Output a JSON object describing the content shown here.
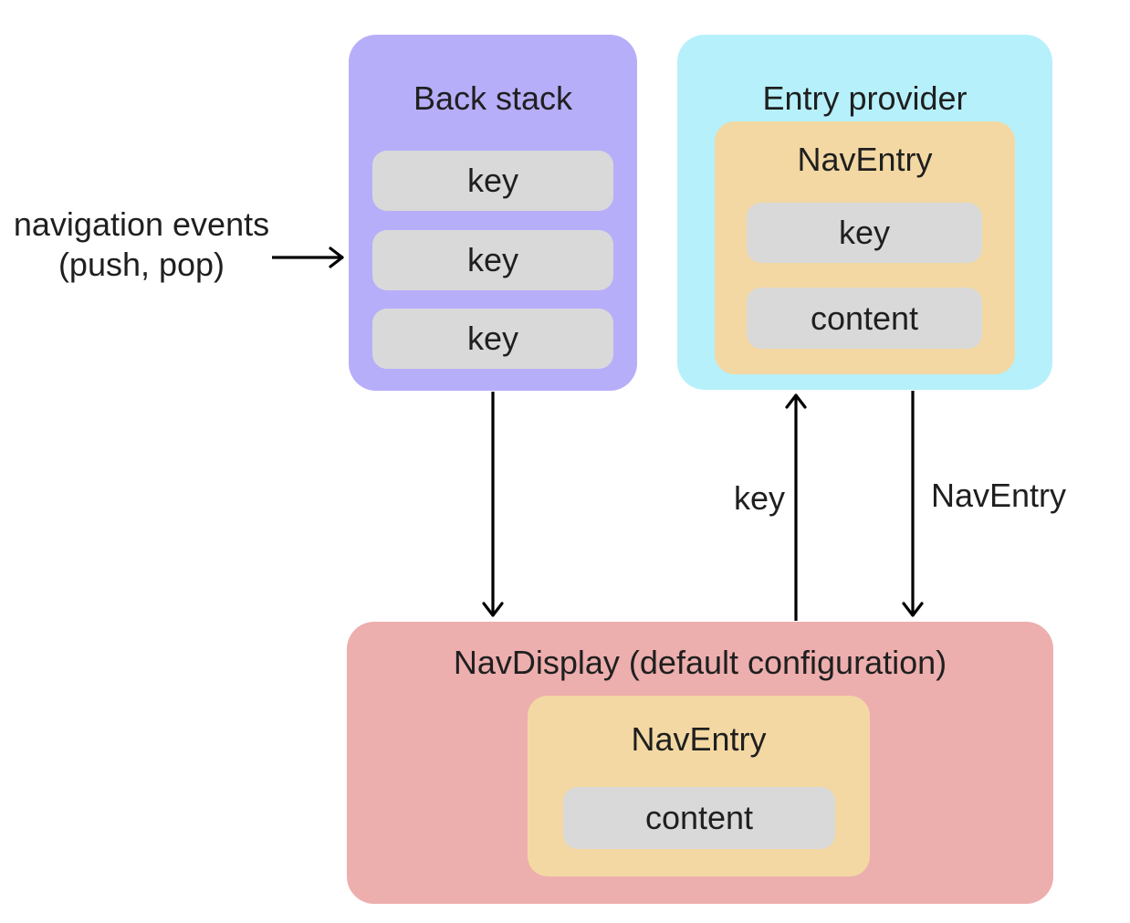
{
  "colors": {
    "background": "#ffffff",
    "back_stack_fill": "#b7aefa",
    "entry_provider_fill": "#b6f0fb",
    "nav_entry_fill": "#f3d8a3",
    "nav_display_fill": "#edaeae",
    "pill_fill": "#d9d9d9",
    "text": "#1f1f1f",
    "arrow": "#000000"
  },
  "back_stack": {
    "title": "Back stack",
    "keys": [
      "key",
      "key",
      "key"
    ]
  },
  "entry_provider": {
    "title": "Entry provider",
    "nav_entry": {
      "title": "NavEntry",
      "key_label": "key",
      "content_label": "content"
    }
  },
  "nav_display": {
    "title": "NavDisplay (default configuration)",
    "nav_entry": {
      "title": "NavEntry",
      "content_label": "content"
    }
  },
  "annotations": {
    "navigation_events_line1": "navigation events",
    "navigation_events_line2": "(push, pop)",
    "key_arrow_label": "key",
    "nav_entry_arrow_label": "NavEntry"
  }
}
